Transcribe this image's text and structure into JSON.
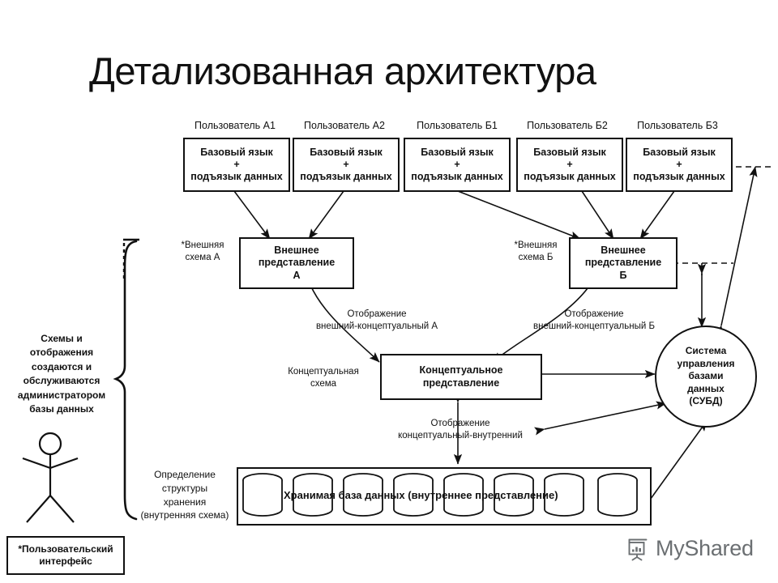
{
  "title": "Детализованная архитектура",
  "users": [
    {
      "caption": "Пользователь А1",
      "line1": "Базовый язык",
      "line2": "+",
      "line3": "подъязык данных"
    },
    {
      "caption": "Пользователь А2",
      "line1": "Базовый язык",
      "line2": "+",
      "line3": "подъязык данных"
    },
    {
      "caption": "Пользователь Б1",
      "line1": "Базовый язык",
      "line2": "+",
      "line3": "подъязык данных"
    },
    {
      "caption": "Пользователь Б2",
      "line1": "Базовый язык",
      "line2": "+",
      "line3": "подъязык данных"
    },
    {
      "caption": "Пользователь Б3",
      "line1": "Базовый язык",
      "line2": "+",
      "line3": "подъязык данных"
    }
  ],
  "external": {
    "a": {
      "schema_label_l1": "*Внешняя",
      "schema_label_l2": "схема А",
      "box_l1": "Внешнее",
      "box_l2": "представление",
      "box_l3": "А",
      "mapping_l1": "Отображение",
      "mapping_l2": "внешний-концептуальный А"
    },
    "b": {
      "schema_label_l1": "*Внешняя",
      "schema_label_l2": "схема Б",
      "box_l1": "Внешнее",
      "box_l2": "представление",
      "box_l3": "Б",
      "mapping_l1": "Отображение",
      "mapping_l2": "внешний-концептуальный Б"
    }
  },
  "conceptual": {
    "schema_l1": "Концептуальная",
    "schema_l2": "схема",
    "box_l1": "Концептуальное",
    "box_l2": "представление",
    "mapping_l1": "Отображение",
    "mapping_l2": "концептуальный-внутренний"
  },
  "internal": {
    "label_l1": "Определение",
    "label_l2": "структуры",
    "label_l3": "хранения",
    "label_l4": "(внутренняя схема)",
    "db_label": "Хранимая база данных (внутреннее представление)",
    "cylinder_count": 8
  },
  "dbms": {
    "l1": "Система",
    "l2": "управления",
    "l3": "базами",
    "l4": "данных",
    "l5": "(СУБД)"
  },
  "admin_note": {
    "l1": "Схемы и",
    "l2": "отображения",
    "l3": "создаются и",
    "l4": "обслуживаются",
    "l5": "администратором",
    "l6": "базы данных"
  },
  "legend": {
    "l1": "*Пользовательский",
    "l2": "интерфейс"
  },
  "watermark": {
    "text": "MyShared"
  },
  "colors": {
    "ink": "#111111",
    "paper": "#ffffff",
    "watermark": "#6b6f72"
  }
}
